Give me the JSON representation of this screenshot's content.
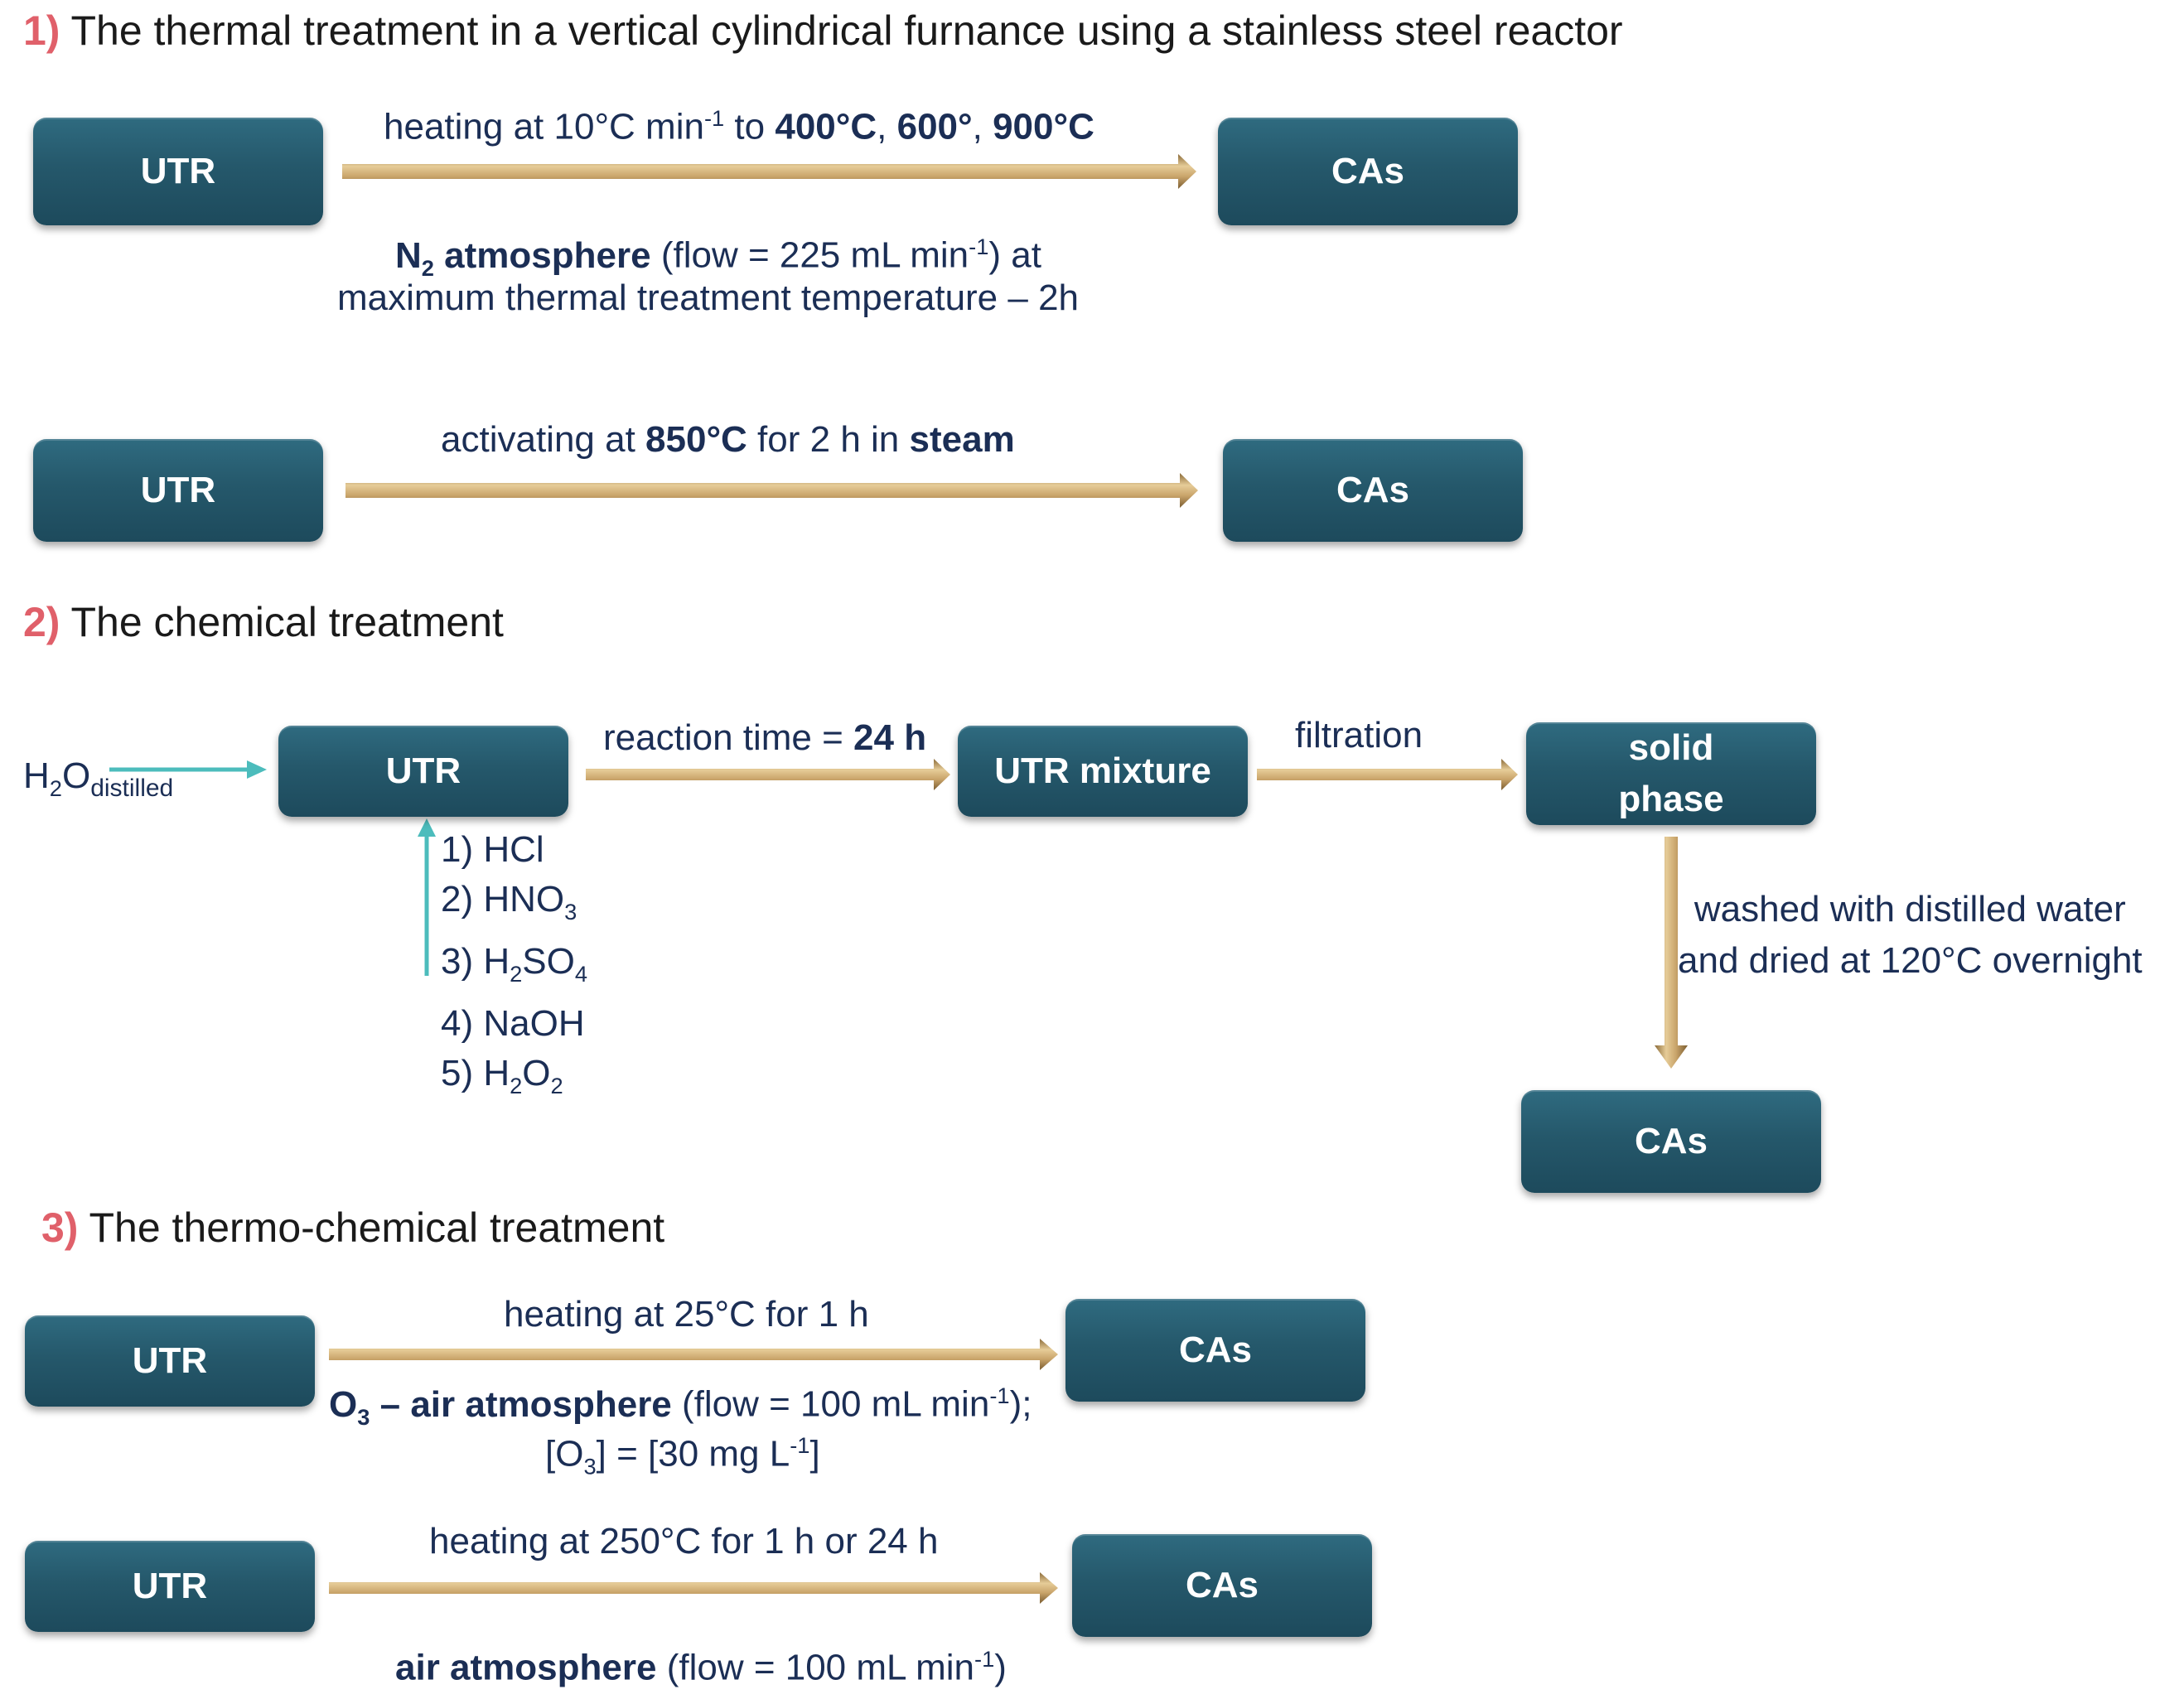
{
  "sections": {
    "s1": {
      "num": "1)",
      "title": "The thermal treatment in a vertical cylindrical furnance using a stainless steel reactor"
    },
    "s2": {
      "num": "2)",
      "title": "The chemical treatment"
    },
    "s3": {
      "num": "3)",
      "title": "The thermo-chemical treatment"
    }
  },
  "boxes": {
    "utr": "UTR",
    "cas": "CAs",
    "utr_mixture": "UTR mixture",
    "solid_phase_line1": "solid",
    "solid_phase_line2": "phase"
  },
  "flow1": {
    "top_a": "heating at 10°C min",
    "top_sup": "-1",
    "top_b": " to ",
    "top_t1": "400°C",
    "top_sep1": ", ",
    "top_t2": "600°",
    "top_sep2": ", ",
    "top_t3": "900°C",
    "n2_a": "N",
    "n2_sub": "2",
    "n2_b": " atmosphere",
    "flow_a": " (flow = 225 mL min",
    "flow_sup": "-1",
    "flow_b": ") at",
    "line2": "maximum thermal treatment temperature – 2h"
  },
  "flow2": {
    "a": "activating at ",
    "temp": "850°C",
    "b": " for 2 h in ",
    "steam": "steam"
  },
  "chem": {
    "h2o_a": "H",
    "h2o_sub": "2",
    "h2o_b": "O",
    "h2o_sub2": "distilled",
    "reaction_a": "reaction time = ",
    "reaction_b": "24 h",
    "filtration": "filtration",
    "washed_line1": "washed with distilled water",
    "washed_line2": "and dried at 120°C overnight",
    "reagents": {
      "r1": "1) HCl",
      "r2_a": "2) HNO",
      "r2_sub": "3",
      "r3_a": "3) H",
      "r3_sub1": "2",
      "r3_b": "SO",
      "r3_sub2": "4",
      "r4": "4) NaOH",
      "r5_a": "5) H",
      "r5_sub1": "2",
      "r5_b": "O",
      "r5_sub2": "2"
    }
  },
  "thermo1": {
    "top": "heating at 25°C for 1 h",
    "o3_a": "O",
    "o3_sub": "3",
    "o3_b": " – air atmosphere",
    "flow_a": " (flow = 100 mL min",
    "flow_sup": "-1",
    "flow_b": ");",
    "conc_a": "[O",
    "conc_sub": "3",
    "conc_b": "] = [30 mg L",
    "conc_sup": "-1",
    "conc_c": "]"
  },
  "thermo2": {
    "top": "heating at 250°C for 1 h or 24 h",
    "air": "air atmosphere",
    "flow_a": " (flow = 100 mL min",
    "flow_sup": "-1",
    "flow_b": ")"
  },
  "colors": {
    "box": "#25586b",
    "arrow_gold": "#c4a46e",
    "arrow_teal": "#4cbcbc",
    "heading_number": "#e0606a",
    "label_text": "#1b2e55"
  }
}
